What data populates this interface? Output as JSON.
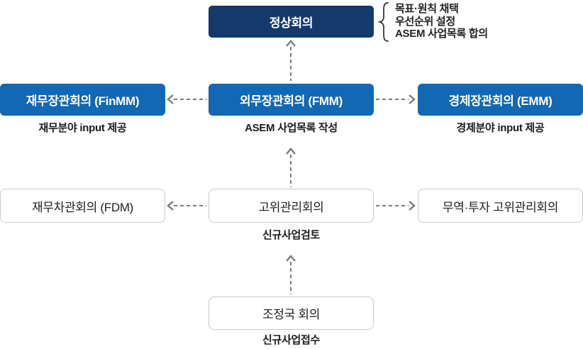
{
  "diagram_title": "ASEM meeting structure diagram",
  "boxes": {
    "summit": "정상회의",
    "finmm": "재무장관회의 (FinMM)",
    "fmm": "외무장관회의 (FMM)",
    "emm": "경제장관회의 (EMM)",
    "fdm": "재무차관회의 (FDM)",
    "som": "고위관리회의",
    "tisom": "무역·투자 고위관리회의",
    "coord": "조정국 회의"
  },
  "captions": {
    "finmm": "재무분야 input 제공",
    "fmm": "ASEM 사업목록 작성",
    "emm": "경제분야 input 제공",
    "som": "신규사업검토",
    "coord": "신규사업접수"
  },
  "outcomes": {
    "items": [
      "목표·원칙 채택",
      "우선순위 설정",
      "ASEM 사업목록 합의"
    ]
  },
  "colors": {
    "summit_navy": "#143a6d",
    "ministerial_blue": "#1268b2",
    "plain_box_border": "#c9c9c9",
    "arrow_gray": "#7b7b7b",
    "text_dark": "#1b1b1b"
  }
}
